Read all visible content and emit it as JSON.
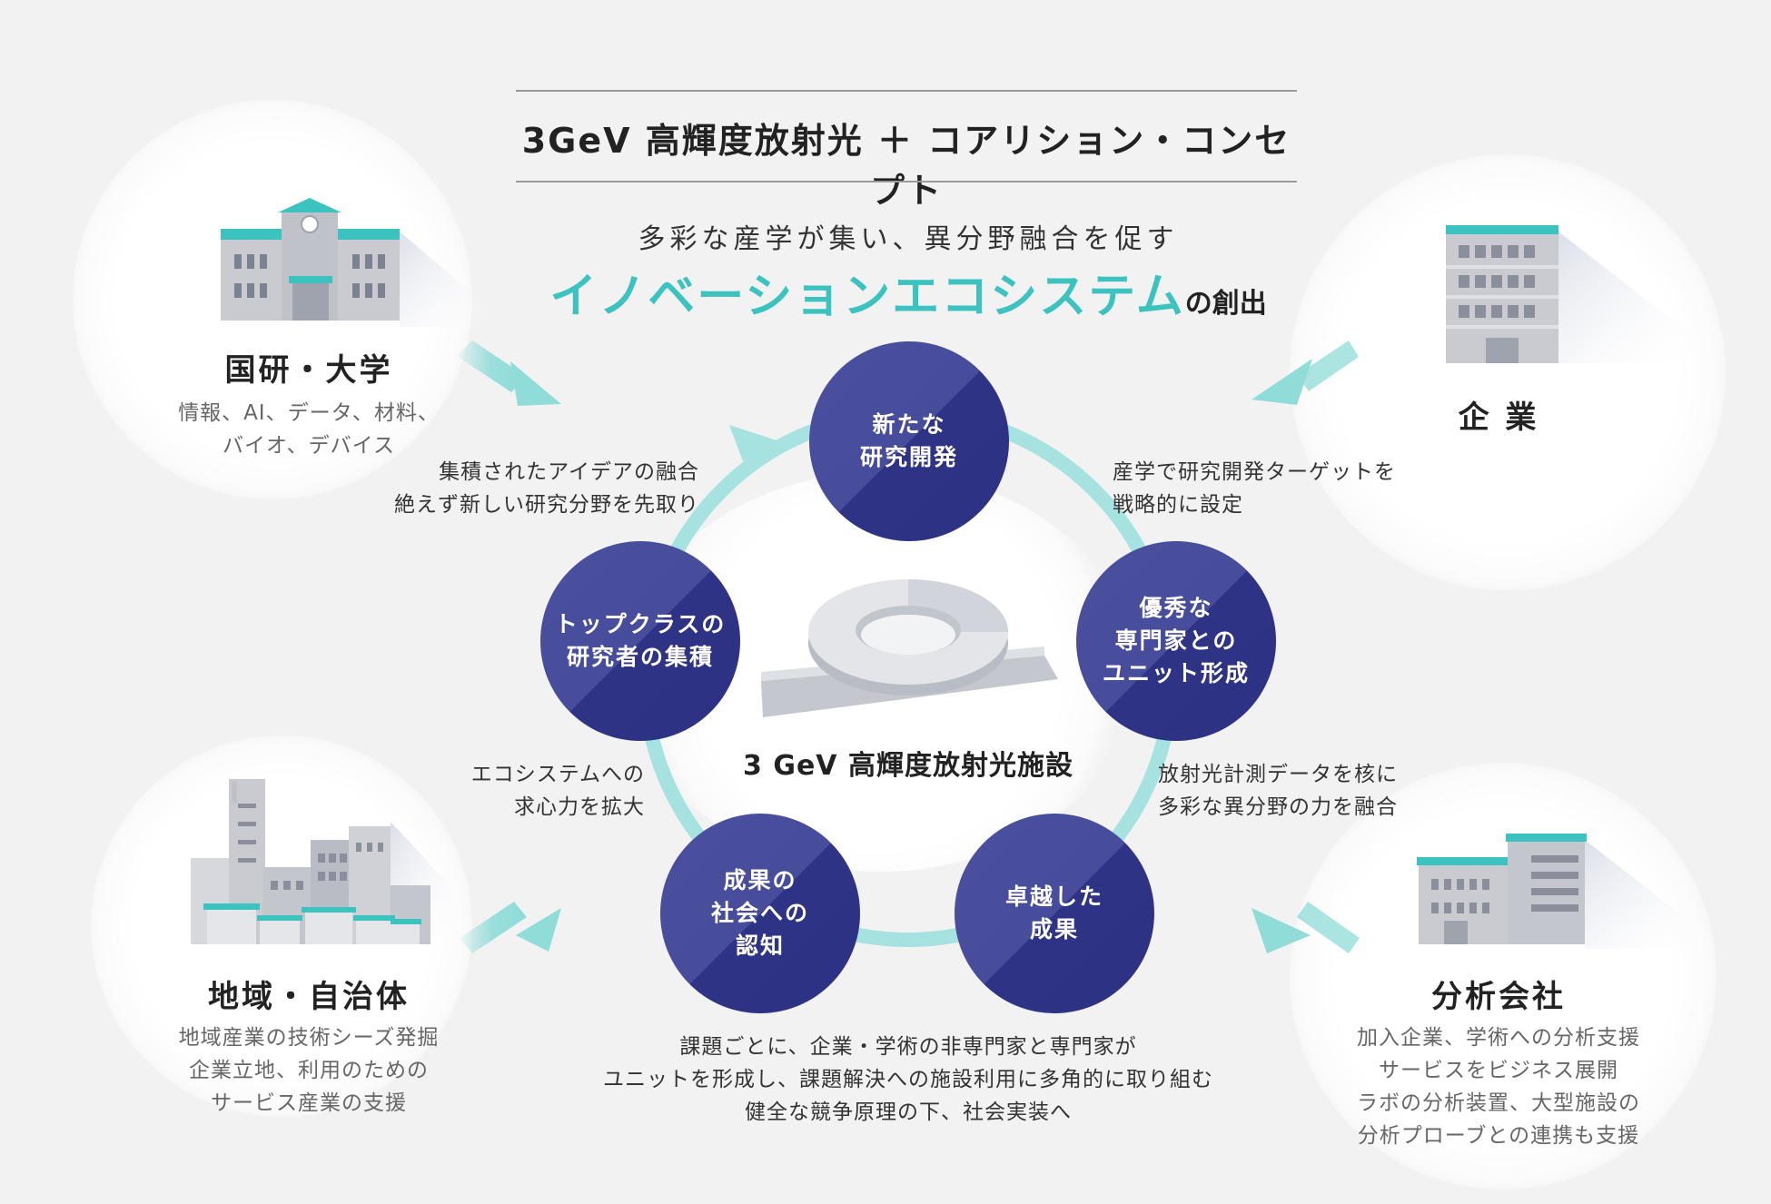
{
  "title": "3GeV 高輝度放射光 ＋ コアリション・コンセプト",
  "subtitle": "多彩な産学が集い、異分野融合を促す",
  "headline": {
    "highlight": "イノベーションエコシステム",
    "suffix": "の創出"
  },
  "center_label": "3 GeV 高輝度放射光施設",
  "cycle_nodes": [
    {
      "label": "新たな\n研究開発"
    },
    {
      "label": "優秀な\n専門家との\nユニット形成"
    },
    {
      "label": "卓越した\n成果"
    },
    {
      "label": "成果の\n社会への\n認知"
    },
    {
      "label": "トップクラスの\n研究者の集積"
    }
  ],
  "cycle_notes": {
    "top_left": "集積されたアイデアの融合\n絶えず新しい研究分野を先取り",
    "top_right": "産学で研究開発ターゲットを\n戦略的に設定",
    "right": "放射光計測データを核に\n多彩な異分野の力を融合",
    "left": "エコシステムへの\n求心力を拡大",
    "bottom": "課題ごとに、企業・学術の非専門家と専門家が\nユニットを形成し、課題解決への施設利用に多角的に取り組む\n健全な競争原理の下、社会実装へ"
  },
  "stakeholders": {
    "university": {
      "name": "国研・大学",
      "desc": "情報、AI、データ、材料、\nバイオ、デバイス"
    },
    "company": {
      "name": "企 業",
      "desc": ""
    },
    "region": {
      "name": "地域・自治体",
      "desc": "地域産業の技術シーズ発掘\n企業立地、利用のための\nサービス産業の支援"
    },
    "analysis": {
      "name": "分析会社",
      "desc": "加入企業、学術への分析支援\nサービスをビジネス展開\nラボの分析装置、大型施設の\n分析プローブとの連携も支援"
    }
  },
  "colors": {
    "accent": "#3dc3bf",
    "node": "#33378a",
    "arrow": "#8fdcd8",
    "building": "#c9cbd1"
  }
}
